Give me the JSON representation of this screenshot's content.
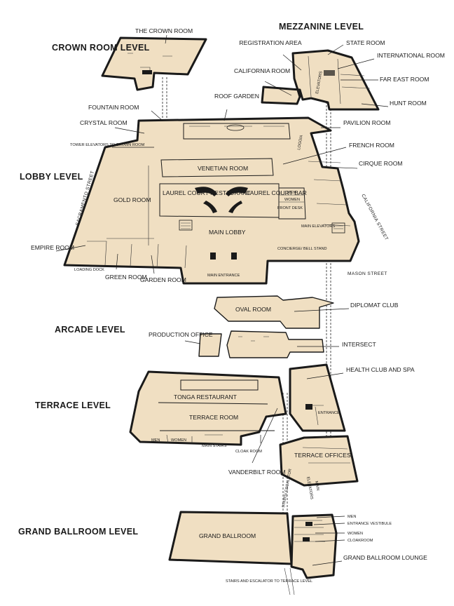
{
  "levels": {
    "crown": "CROWN ROOM LEVEL",
    "mezzanine": "MEZZANINE LEVEL",
    "lobby": "LOBBY LEVEL",
    "arcade": "ARCADE LEVEL",
    "terrace": "TERRACE LEVEL",
    "ballroom": "GRAND BALLROOM LEVEL"
  },
  "crown": {
    "crown_room": "THE CROWN ROOM"
  },
  "mezzanine": {
    "registration_area": "REGISTRATION AREA",
    "state_room": "STATE ROOM",
    "international_room": "INTERNATIONAL ROOM",
    "california_room": "CALIFORNIA ROOM",
    "far_east_room": "FAR EAST ROOM",
    "hunt_room": "HUNT ROOM",
    "elevators": "ELEVATORS"
  },
  "lobby": {
    "roof_garden": "ROOF GARDEN",
    "fountain_room": "FOUNTAIN ROOM",
    "crystal_room": "CRYSTAL ROOM",
    "tower_elevators": "TOWER ELEVATORS TO CROWN ROOM",
    "pavilion_room": "PAVILION ROOM",
    "french_room": "FRENCH ROOM",
    "cirque_room": "CIRQUE ROOM",
    "loggia": "LOGGIA",
    "venetian_room": "VENETIAN ROOM",
    "laurel_court_restaurant": "LAUREL COURT RESTAURANT",
    "laurel_court_bar": "LAUREL COURT BAR",
    "men": "MEN",
    "women": "WOMEN",
    "front_desk": "FRONT DESK",
    "main_elevators": "MAIN ELEVATORS",
    "gold_room": "GOLD ROOM",
    "main_lobby": "MAIN LOBBY",
    "empire_room": "EMPIRE ROOM",
    "loading_dock": "LOADING DOCK",
    "green_room": "GREEN ROOM",
    "garden_room": "GARDEN ROOM",
    "main_entrance": "MAIN ENTRANCE",
    "concierge": "CONCIERGE/ BELL STAND",
    "sacramento_street": "SACRAMENTO STREET",
    "california_street": "CALIFORNIA STREET",
    "mason_street": "MASON STREET"
  },
  "arcade": {
    "oval_room": "OVAL ROOM",
    "diplomat_club": "DIPLOMAT CLUB",
    "production_office": "PRODUCTION OFFICE",
    "intersect": "INTERSECT"
  },
  "terrace": {
    "tonga_restaurant": "TONGA RESTAURANT",
    "terrace_room": "TERRACE ROOM",
    "men": "MEN",
    "women": "WOMEN",
    "main_stairs": "MAIN STAIRS",
    "cloak_room": "CLOAK ROOM",
    "vanderbilt_room": "VANDERBILT ROOM",
    "health_club": "HEALTH CLUB AND SPA",
    "entrance": "ENTRANCE",
    "terrace_offices": "TERRACE OFFICES",
    "elevators": "ELEVATORS",
    "main": "MAIN",
    "stairs_escalator": "STAIRS/ ESCALATOR"
  },
  "ballroom": {
    "grand_ballroom": "GRAND BALLROOM",
    "men": "MEN",
    "entrance_vestibule": "ENTRANCE VESTIBULE",
    "women": "WOMEN",
    "cloakroom": "CLOAKROOM",
    "grand_ballroom_lounge": "GRAND BALLROOM LOUNGE",
    "stairs_to_terrace": "STAIRS AND ESCALATOR TO TERRACE LEVEL"
  },
  "colors": {
    "room_fill": "#f0dfc2",
    "wall": "#1a1a1a",
    "background": "#ffffff"
  }
}
